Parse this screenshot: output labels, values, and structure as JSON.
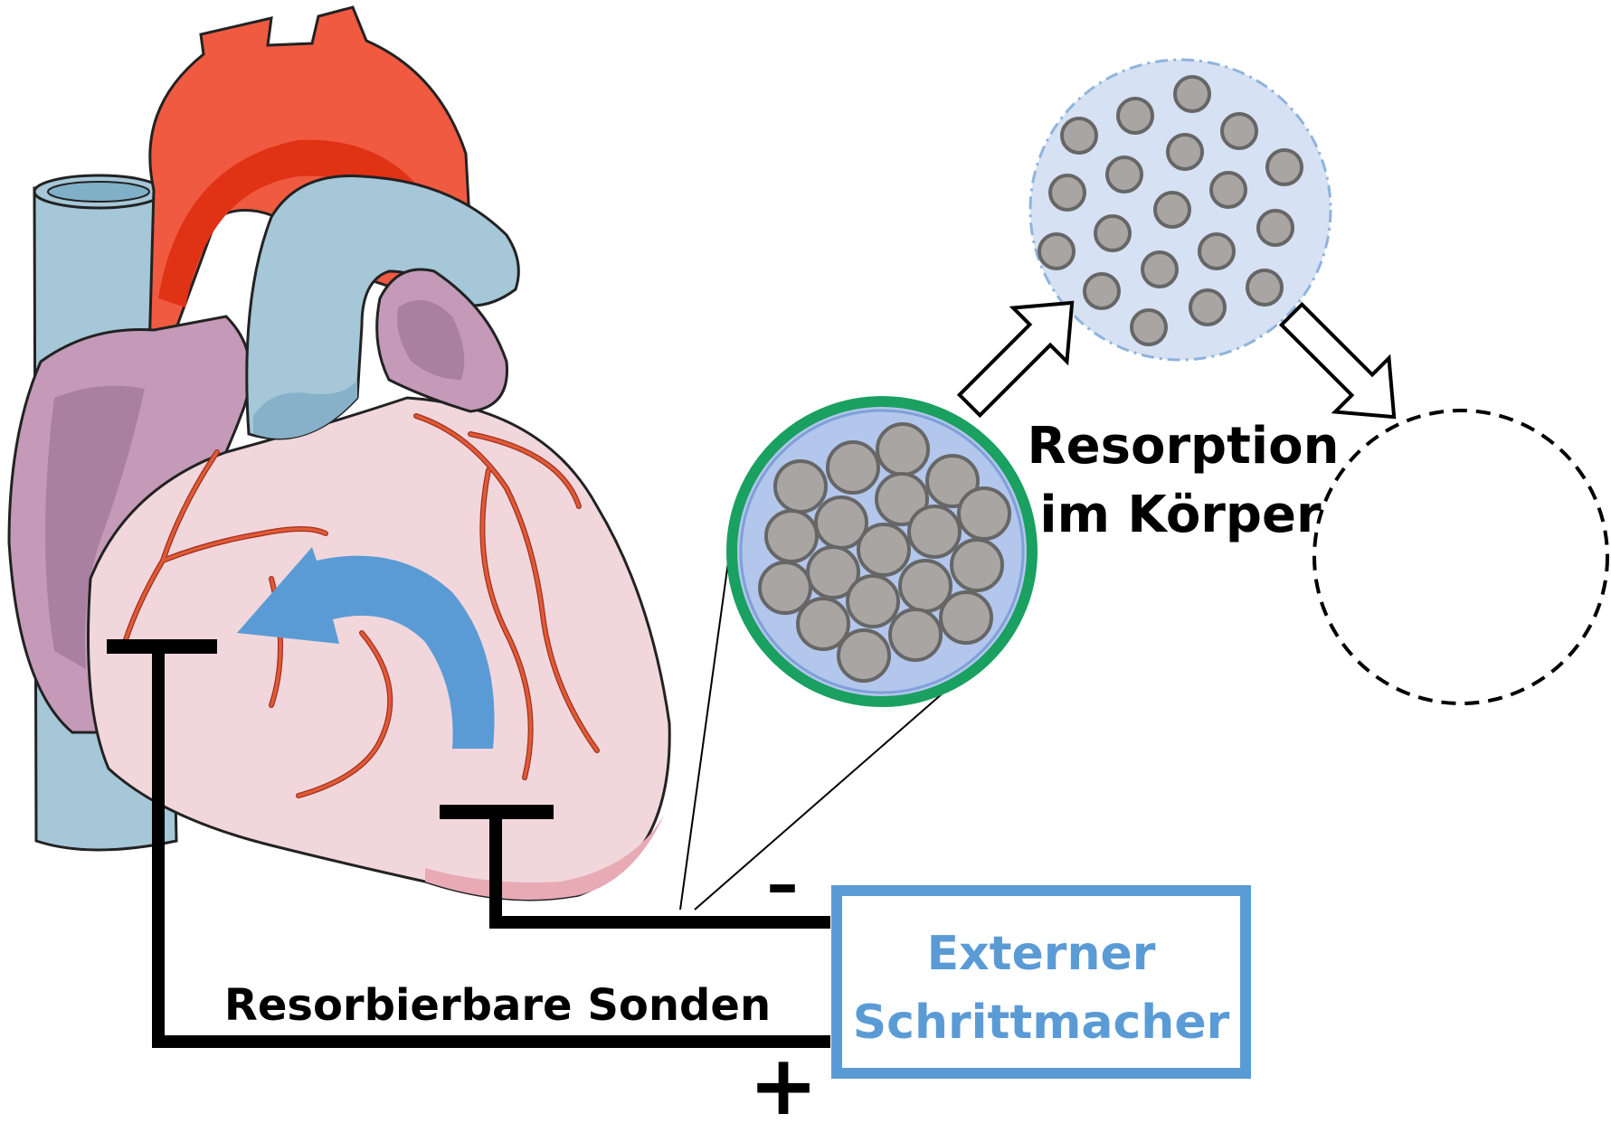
{
  "labels": {
    "resorption_line1": "Resorption",
    "resorption_line2": "im Körper",
    "leads": "Resorbierbare Sonden",
    "pacemaker_line1": "Externer",
    "pacemaker_line2": "Schrittmacher",
    "minus": "–",
    "plus": "+"
  },
  "colors": {
    "aorta": "#f05a40",
    "aorta_dark": "#e03215",
    "vein": "#a5c7d8",
    "atrium": "#c49ab8",
    "ventricle": "#f1d7dc",
    "coronary": "#e05a35",
    "arrow_blue": "#5b9bd5",
    "fiber_green": "#1aa060",
    "fiber_fill": "#b3c6ec",
    "particle": "#a9a5a3",
    "dissolving_fill": "#d6e1f3",
    "wire": "#000000",
    "pacemaker_border": "#5b9bd5",
    "pacemaker_text": "#5b9bd5"
  }
}
